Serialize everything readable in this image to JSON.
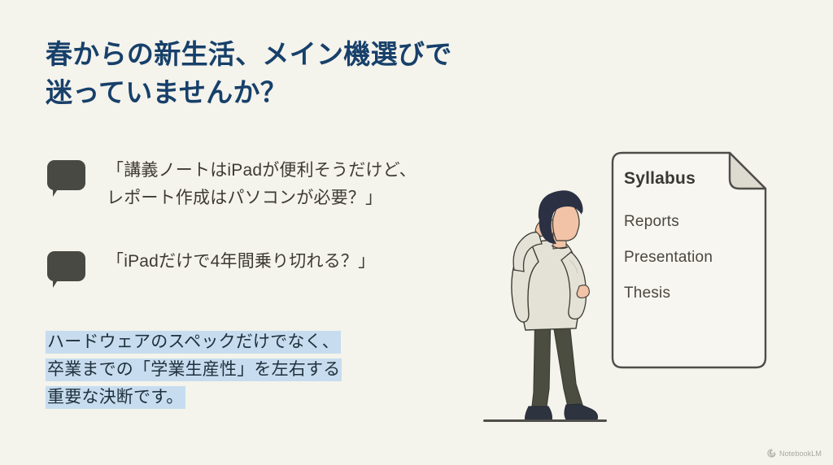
{
  "slide": {
    "background_color": "#f4f3ec",
    "title": "春からの新生活、メイン機選びで\n迷っていませんか？",
    "title_color": "#17406a"
  },
  "quotes": [
    {
      "icon": "speech-bubble-icon",
      "text": "「講義ノートはiPadが便利そうだけど、\nレポート作成はパソコンが必要？」"
    },
    {
      "icon": "speech-bubble-icon",
      "text": "「iPadだけで4年間乗り切れる？」"
    }
  ],
  "statement": {
    "highlight_color": "#c7ddef",
    "lines": [
      "ハードウェアのスペックだけでなく、",
      "卒業までの「学業生産性」を左右する",
      "重要な決断です。"
    ]
  },
  "document": {
    "title": "Syllabus",
    "items": [
      "Reports",
      "Presentation",
      "Thesis"
    ],
    "paper_color": "#f7f6f0",
    "border_color": "#4e4d49",
    "fold_color": "#dddacf"
  },
  "illustration": {
    "name": "person-scratching-head",
    "sweater_color": "#e4e2d7",
    "pants_color": "#4c4d41",
    "hair_color": "#2b3043",
    "skin_color": "#f2c3a7",
    "shoe_color": "#2e3340"
  },
  "watermark": {
    "label": "NotebookLM",
    "icon": "notebooklm-spiral-icon"
  }
}
